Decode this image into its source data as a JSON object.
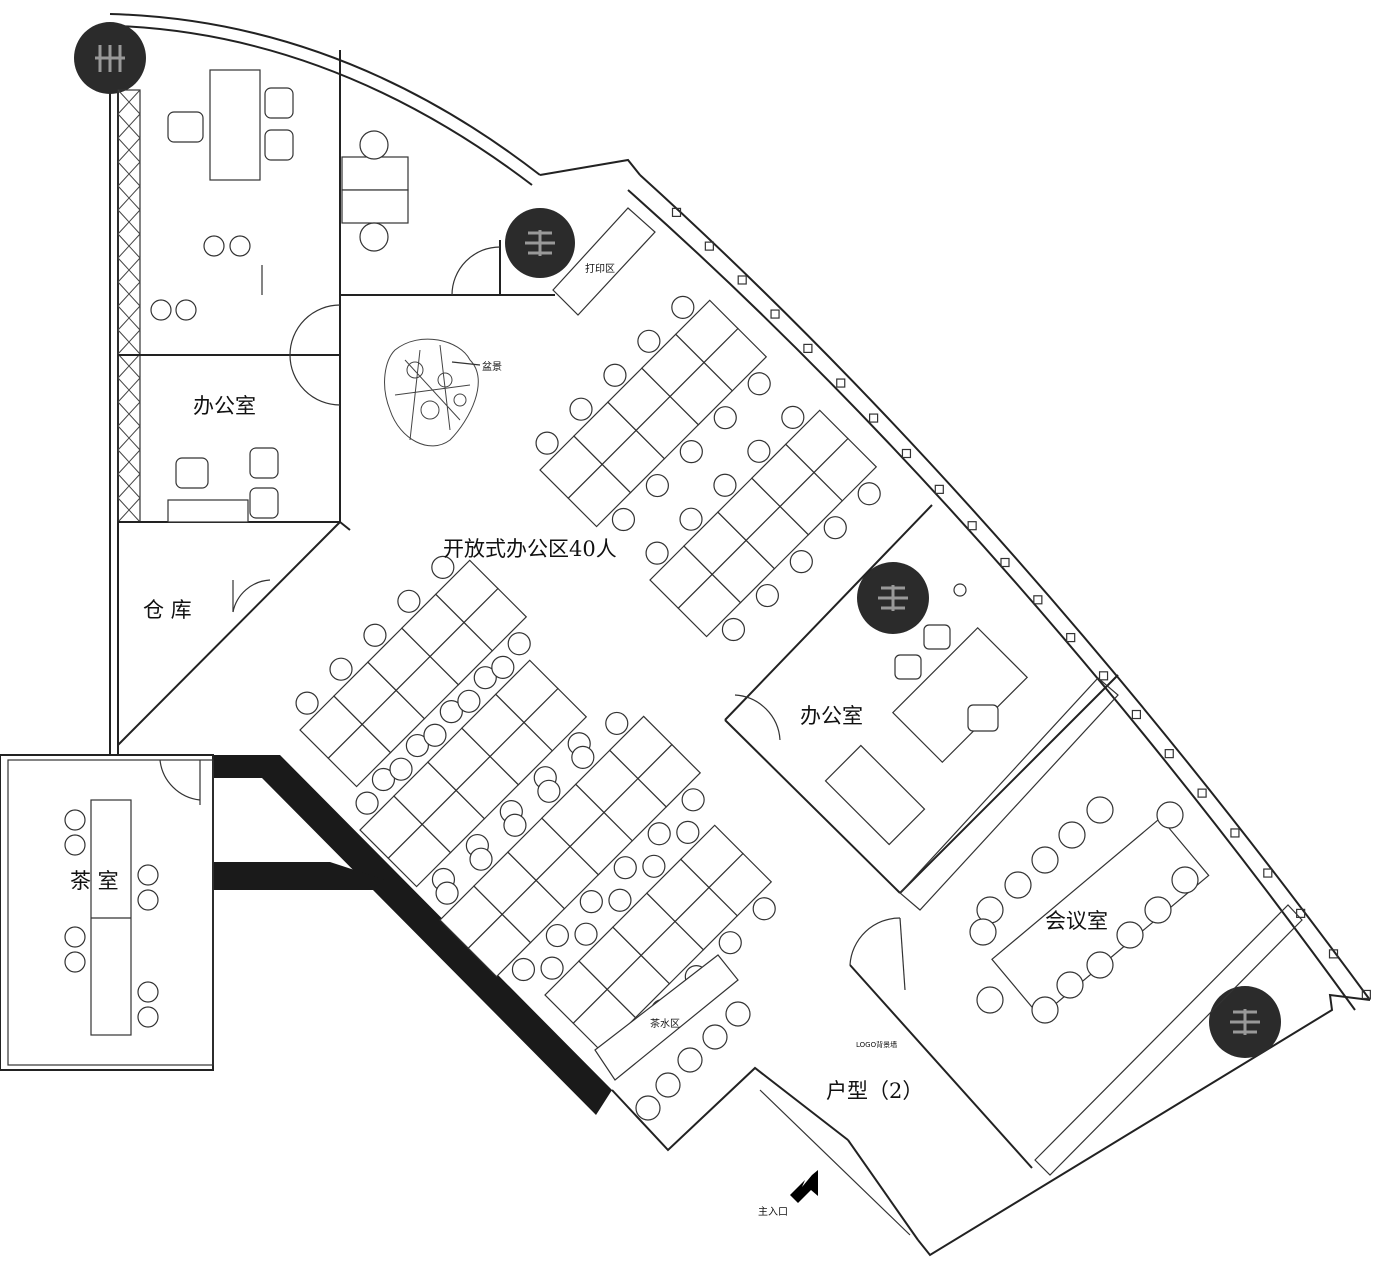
{
  "labels": {
    "office_top": "办公室",
    "warehouse": "仓  库",
    "tea_room": "茶 室",
    "open_office": "开放式办公区40人",
    "office_mid": "办公室",
    "meeting_room": "会议室",
    "unit_type": "户型（2）",
    "print_area": "打印区",
    "plant": "盆景",
    "tea_water": "茶水区",
    "logo_wall": "LOGO背景墙",
    "main_entrance": "主入口"
  },
  "colors": {
    "wall": "#222222",
    "column": "#2b2b2b",
    "background": "#ffffff"
  },
  "icons": {
    "entrance_arrow": "arrow-up-right-icon"
  }
}
